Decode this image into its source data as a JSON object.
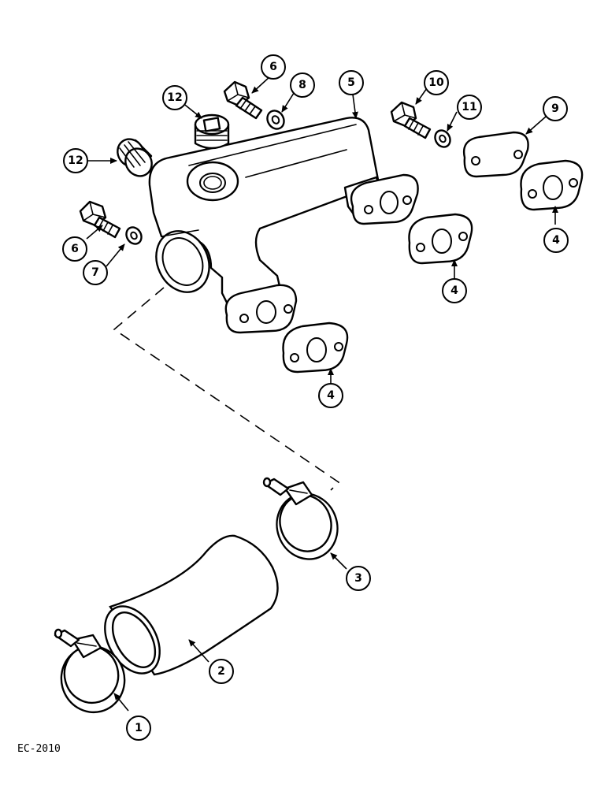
{
  "figure_code": "EC-2010",
  "callouts": [
    {
      "label": "1"
    },
    {
      "label": "2"
    },
    {
      "label": "3"
    },
    {
      "label": "4"
    },
    {
      "label": "4"
    },
    {
      "label": "4"
    },
    {
      "label": "5"
    },
    {
      "label": "6"
    },
    {
      "label": "6"
    },
    {
      "label": "7"
    },
    {
      "label": "8"
    },
    {
      "label": "9"
    },
    {
      "label": "10"
    },
    {
      "label": "11"
    },
    {
      "label": "12"
    },
    {
      "label": "12"
    }
  ]
}
